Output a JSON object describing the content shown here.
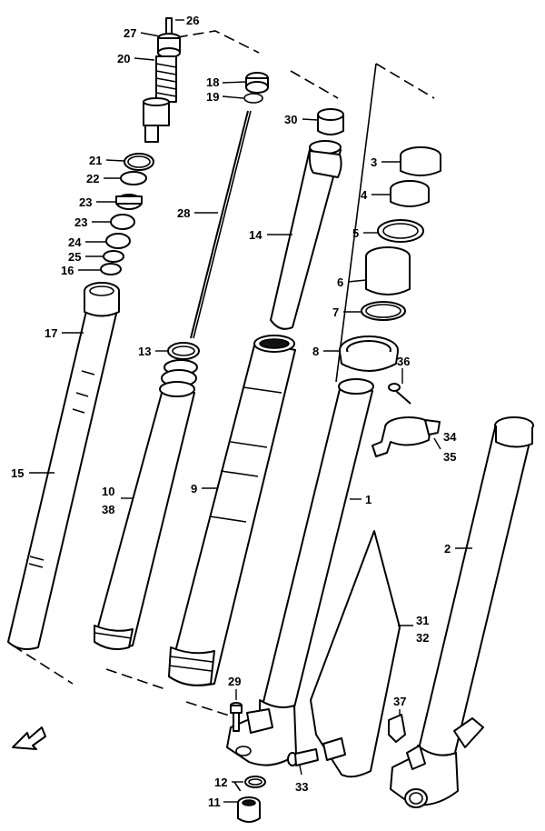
{
  "labels": {
    "l26": "26",
    "l27": "27",
    "l20": "20",
    "l18": "18",
    "l19": "19",
    "l30": "30",
    "l3": "3",
    "l4": "4",
    "l5": "5",
    "l6": "6",
    "l7": "7",
    "l8": "8",
    "l21": "21",
    "l22": "22",
    "l23a": "23",
    "l23b": "23",
    "l24": "24",
    "l25": "25",
    "l16": "16",
    "l28": "28",
    "l14": "14",
    "l17": "17",
    "l13": "13",
    "l36": "36",
    "l34": "34",
    "l35": "35",
    "l15": "15",
    "l10": "10",
    "l38": "38",
    "l9": "9",
    "l1": "1",
    "l2": "2",
    "l31": "31",
    "l32": "32",
    "l29": "29",
    "l37": "37",
    "l12": "12",
    "l11": "11",
    "l33": "33"
  },
  "colors": {
    "line": "#000000",
    "background": "#ffffff"
  }
}
